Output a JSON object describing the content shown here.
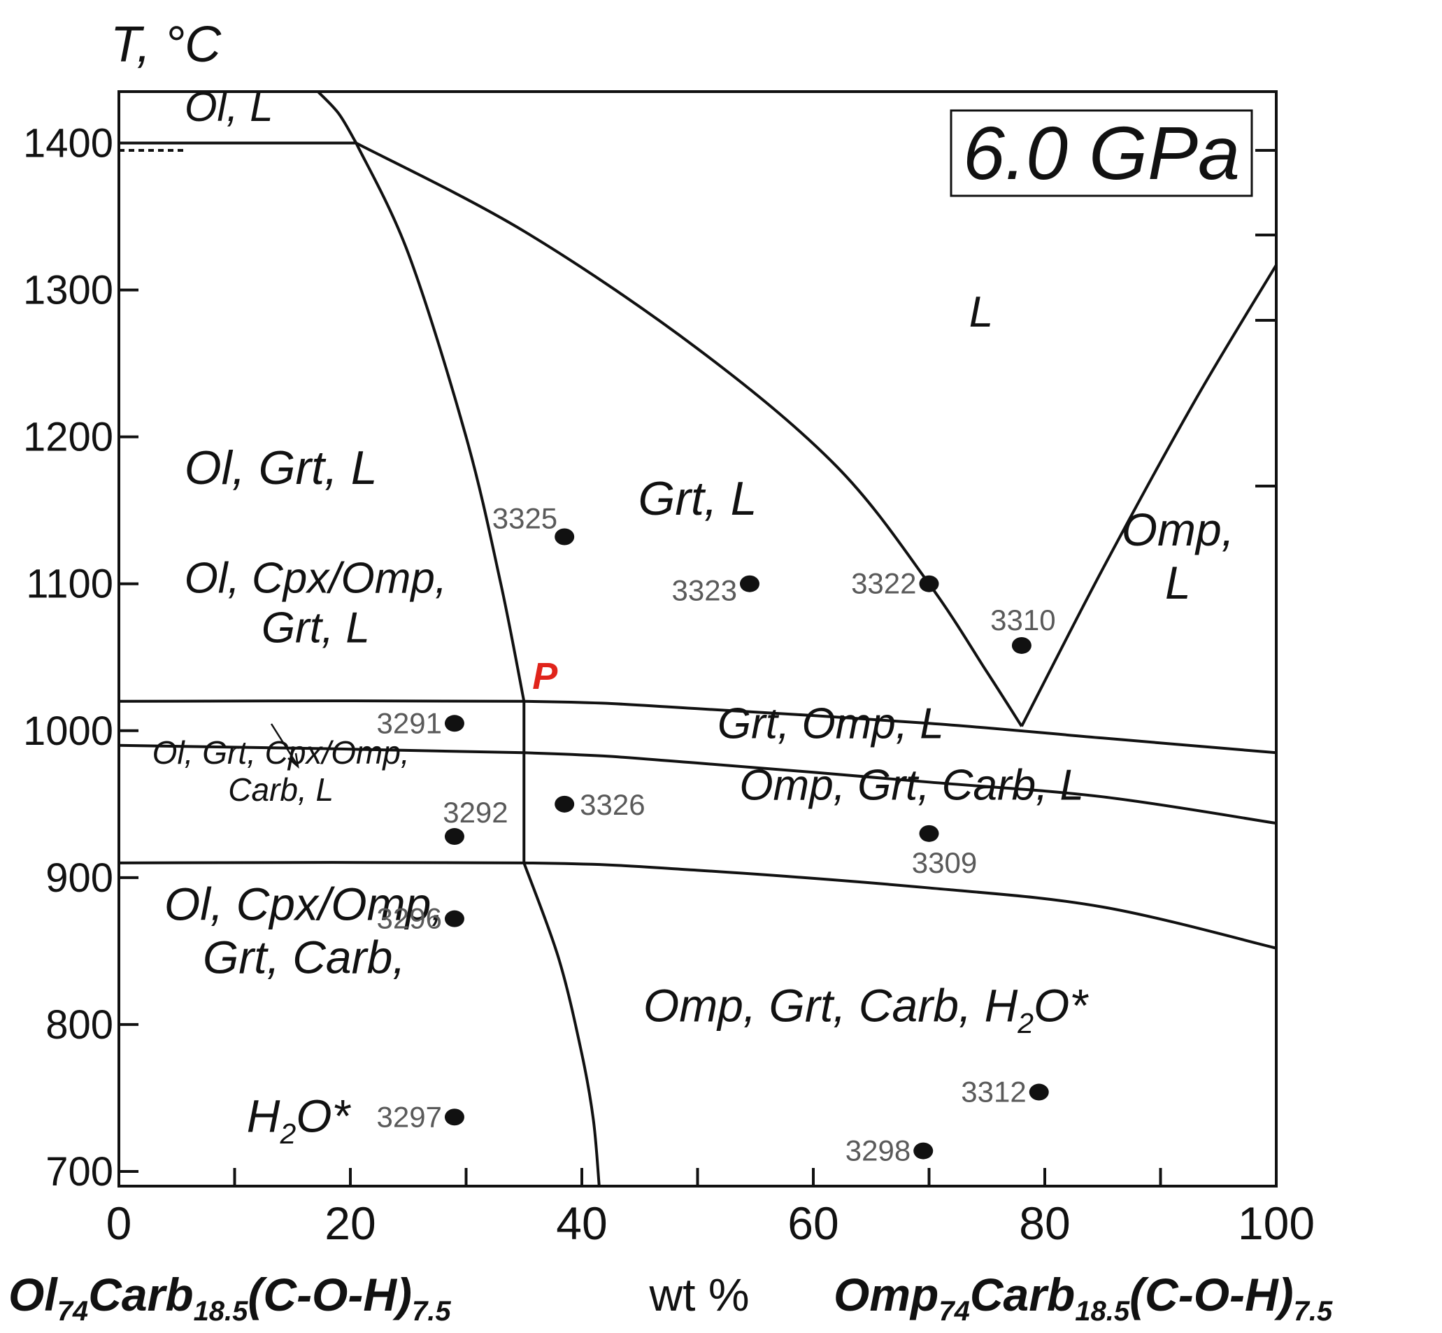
{
  "chart_data": {
    "type": "scatter",
    "title": "",
    "y_axis_title": "T, °C",
    "pressure_label": "6.0 GPa",
    "xlim": [
      0,
      100
    ],
    "ylim": [
      690,
      1435
    ],
    "x_ticks": [
      "0",
      "20",
      "40",
      "60",
      "80",
      "100"
    ],
    "y_ticks": [
      "700",
      "800",
      "900",
      "1000",
      "1100",
      "1200",
      "1300",
      "1400"
    ],
    "x_left_endmember": {
      "base1": "Ol",
      "sub1": "74",
      "base2": "Carb",
      "sub2": "18.5",
      "base3": "(C-O-H)",
      "sub3": "7.5"
    },
    "x_right_endmember": {
      "base1": "Omp",
      "sub1": "74",
      "base2": "Carb",
      "sub2": "18.5",
      "base3": "(C-O-H)",
      "sub3": "7.5"
    },
    "x_center_label": "wt %",
    "invariant_point": {
      "label": "P",
      "x": 35,
      "T": 1020,
      "color": "#e0241b"
    },
    "phase_fields": [
      {
        "lines": [
          "Ol, L"
        ],
        "x": 9.5,
        "T": 1415,
        "size": 60
      },
      {
        "lines": [
          "L"
        ],
        "x": 74.5,
        "T": 1275,
        "size": 62
      },
      {
        "lines": [
          "Ol, Grt, L"
        ],
        "x": 14,
        "T": 1168,
        "size": 68
      },
      {
        "lines": [
          "Grt, L"
        ],
        "x": 50,
        "T": 1147,
        "size": 68
      },
      {
        "lines": [
          "Omp,",
          "L"
        ],
        "x": 91.5,
        "T": 1108,
        "size": 66
      },
      {
        "lines": [
          "Ol, Cpx/Omp,",
          "Grt, L"
        ],
        "x": 17,
        "T": 1077,
        "size": 62
      },
      {
        "lines": [
          "Grt, Omp, L"
        ],
        "x": 61.5,
        "T": 995,
        "size": 62
      },
      {
        "lines": [
          "Ol, Grt, Cpx/Omp,",
          "Carb, L"
        ],
        "x": 14,
        "T": 965,
        "size": 46
      },
      {
        "lines": [
          "Omp, Grt, Carb, L"
        ],
        "x": 68.5,
        "T": 953,
        "size": 62
      },
      {
        "lines": [
          "Ol, Cpx/Omp,",
          "Grt, Carb,"
        ],
        "x": 16,
        "T": 853,
        "size": 66
      },
      {
        "lines": [
          "Omp, Grt, Carb, H2O*"
        ],
        "x": 64.5,
        "T": 802,
        "size": 66
      },
      {
        "lines": [
          "H2O*"
        ],
        "x": 15.5,
        "T": 727,
        "size": 66
      }
    ],
    "samples": [
      {
        "label": "3325",
        "x": 38.5,
        "T": 1132
      },
      {
        "label": "3323",
        "x": 54.5,
        "T": 1100
      },
      {
        "label": "3322",
        "x": 70,
        "T": 1100
      },
      {
        "label": "3310",
        "x": 78,
        "T": 1058
      },
      {
        "label": "3291",
        "x": 29,
        "T": 1005
      },
      {
        "label": "3326",
        "x": 38.5,
        "T": 950
      },
      {
        "label": "3292",
        "x": 29,
        "T": 928
      },
      {
        "label": "3309",
        "x": 70,
        "T": 930
      },
      {
        "label": "3296",
        "x": 29,
        "T": 872
      },
      {
        "label": "3312",
        "x": 79.5,
        "T": 754
      },
      {
        "label": "3297",
        "x": 29,
        "T": 737
      },
      {
        "label": "3298",
        "x": 69.5,
        "T": 714
      }
    ],
    "boundaries": [
      {
        "name": "ol-liquidus-steep",
        "points": [
          [
            17.2,
            1435
          ],
          [
            19,
            1420
          ],
          [
            20.5,
            1400
          ]
        ]
      },
      {
        "name": "ol-out-1400",
        "points": [
          [
            0,
            1400
          ],
          [
            20.5,
            1400
          ]
        ]
      },
      {
        "name": "ol-grt-boundary",
        "points": [
          [
            20.5,
            1400
          ],
          [
            25,
            1325
          ],
          [
            30,
            1200
          ],
          [
            33,
            1100
          ],
          [
            35,
            1020
          ]
        ]
      },
      {
        "name": "grt-liquidus",
        "points": [
          [
            20.5,
            1400
          ],
          [
            35,
            1340
          ],
          [
            50,
            1260
          ],
          [
            62,
            1180
          ],
          [
            70,
            1100
          ],
          [
            75,
            1040
          ],
          [
            78,
            1003
          ]
        ]
      },
      {
        "name": "omp-liquidus",
        "points": [
          [
            78,
            1003
          ],
          [
            85,
            1110
          ],
          [
            93,
            1225
          ],
          [
            100,
            1317
          ]
        ]
      },
      {
        "name": "solidus-upper",
        "points": [
          [
            0,
            1020
          ],
          [
            35,
            1020
          ],
          [
            50,
            1015
          ],
          [
            70,
            1005
          ],
          [
            85,
            995
          ],
          [
            100,
            985
          ]
        ]
      },
      {
        "name": "solidus-middle",
        "points": [
          [
            0,
            990
          ],
          [
            35,
            985
          ],
          [
            50,
            978
          ],
          [
            70,
            965
          ],
          [
            85,
            955
          ],
          [
            100,
            937
          ]
        ]
      },
      {
        "name": "solidus-lower",
        "points": [
          [
            0,
            910
          ],
          [
            35,
            910
          ],
          [
            50,
            905
          ],
          [
            70,
            893
          ],
          [
            85,
            880
          ],
          [
            100,
            852
          ]
        ]
      },
      {
        "name": "vertical-mid",
        "points": [
          [
            35,
            1020
          ],
          [
            35,
            910
          ]
        ]
      },
      {
        "name": "lower-boundary",
        "points": [
          [
            35,
            910
          ],
          [
            38,
            845
          ],
          [
            40,
            780
          ],
          [
            41,
            735
          ],
          [
            41.5,
            690
          ]
        ]
      }
    ]
  }
}
